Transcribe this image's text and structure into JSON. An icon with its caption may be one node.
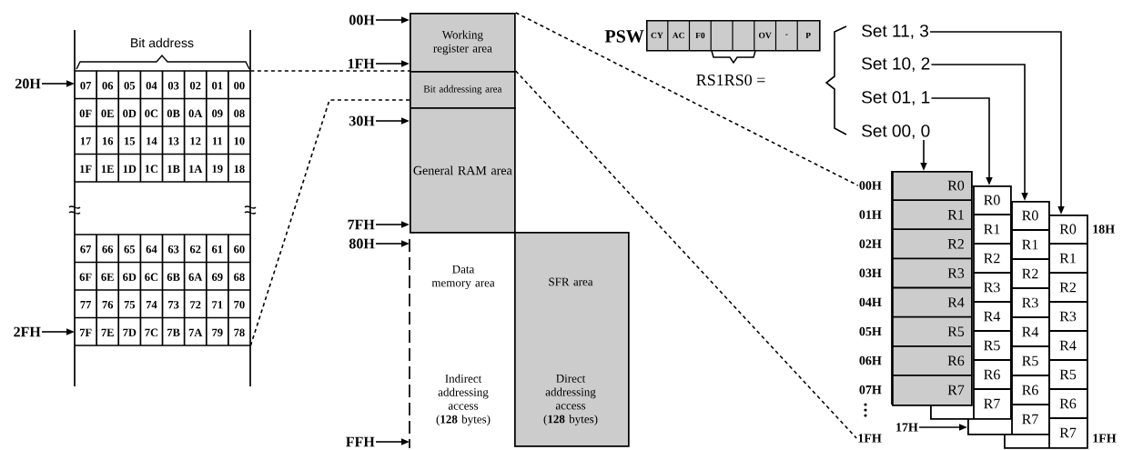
{
  "diagram": {
    "nodes": [
      {
        "text": [
          "Bit address"
        ]
      },
      {
        "text": [
          "20H"
        ]
      },
      {
        "text": [
          "2FH"
        ]
      },
      {
        "text": [
          "00H"
        ]
      },
      {
        "text": [
          "1FH"
        ]
      },
      {
        "text": [
          "30H"
        ]
      },
      {
        "text": [
          "7FH"
        ]
      },
      {
        "text": [
          "80H"
        ]
      },
      {
        "text": [
          "FFH"
        ]
      },
      {
        "text": [
          "Working register area"
        ]
      },
      {
        "text": [
          "Bit addressing area"
        ]
      },
      {
        "text": [
          "General RAM area"
        ]
      },
      {
        "text": [
          "Data memory area",
          "Indirect addressing access (**128**  bytes)"
        ]
      },
      {
        "text": [
          "SFR area",
          "Direct addressing access (**128** bytes)"
        ]
      },
      {
        "text": [
          "PSW"
        ]
      },
      {
        "text": [
          "Set 11, 3"
        ]
      },
      {
        "text": [
          "Set 10, 2"
        ]
      },
      {
        "text": [
          "Set 01, 1"
        ]
      },
      {
        "text": [
          "Set 00, 0"
        ]
      },
      {
        "text": [
          "R0",
          "R1",
          "R2",
          "R3",
          "R4",
          "R5",
          "R6",
          "R7"
        ],
        "beside": [
          "01H",
          "02H",
          "03H",
          "04H",
          "05H",
          "06H",
          "07H"
        ]
      },
      {
        "text": [
          "R0",
          "R1",
          "R2",
          "R3",
          "R4",
          "R5",
          "R6",
          "R7"
        ]
      },
      {
        "text": [
          "R0",
          "R1",
          "R2",
          "R3",
          "R4",
          "R5",
          "R6",
          "R7"
        ]
      },
      {
        "text": [
          "R0",
          "R1",
          "R2",
          "R3",
          "R4",
          "R5",
          "R6",
          "R7"
        ],
        "beside": [
          "18H",
          "1FH"
        ]
      },
      {
        "text": [
          "00H"
        ]
      },
      {
        "text": [
          "1FH"
        ]
      },
      {
        "text": [
          "17H"
        ]
      }
    ],
    "edges": [
      {
        "from": 1,
        "to": 0,
        "arrow": "to"
      },
      {
        "from": 2,
        "to": 0,
        "arrow": "to"
      },
      {
        "from": 3,
        "to": 9,
        "arrow": "to"
      },
      {
        "from": 4,
        "to": 9,
        "arrow": "to"
      },
      {
        "from": 5,
        "to": 11,
        "arrow": "to"
      },
      {
        "from": 6,
        "to": 11,
        "arrow": "to"
      },
      {
        "from": 7,
        "to": 12,
        "arrow": "to"
      },
      {
        "from": 8,
        "to": 12,
        "arrow": "to"
      },
      {
        "from": 0,
        "to": 10,
        "arrow": "none",
        "style": "dashed"
      },
      {
        "from": 0,
        "to": 10,
        "arrow": "none",
        "style": "dashed"
      },
      {
        "from": 9,
        "to": 23,
        "arrow": "none",
        "style": "dashed"
      },
      {
        "from": 10,
        "to": 24,
        "arrow": "none",
        "style": "dashed"
      },
      {
        "from": 18,
        "to": 19,
        "arrow": "to"
      },
      {
        "from": 17,
        "to": 20,
        "arrow": "to"
      },
      {
        "from": 16,
        "to": 21,
        "arrow": "to"
      },
      {
        "from": 15,
        "to": 22,
        "arrow": "to"
      },
      {
        "from": 25,
        "to": 21,
        "arrow": "to"
      }
    ],
    "labels": [
      "07",
      "06",
      "05",
      "04",
      "03",
      "02",
      "01",
      "00",
      "0F",
      "0E",
      "0D",
      "0C",
      "0B",
      "0A",
      "09",
      "08",
      "17",
      "16",
      "15",
      "14",
      "13",
      "12",
      "11",
      "10",
      "1F",
      "1E",
      "1D",
      "1C",
      "1B",
      "1A",
      "19",
      "18",
      "67",
      "66",
      "65",
      "64",
      "63",
      "62",
      "61",
      "60",
      "6F",
      "6E",
      "6D",
      "6C",
      "6B",
      "6A",
      "69",
      "68",
      "77",
      "76",
      "75",
      "74",
      "73",
      "72",
      "71",
      "70",
      "7F",
      "7E",
      "7D",
      "7C",
      "7B",
      "7A",
      "79",
      "78",
      "CY",
      "AC",
      "F0",
      "OV",
      "-",
      "P",
      "RS1RS0 ="
    ]
  }
}
